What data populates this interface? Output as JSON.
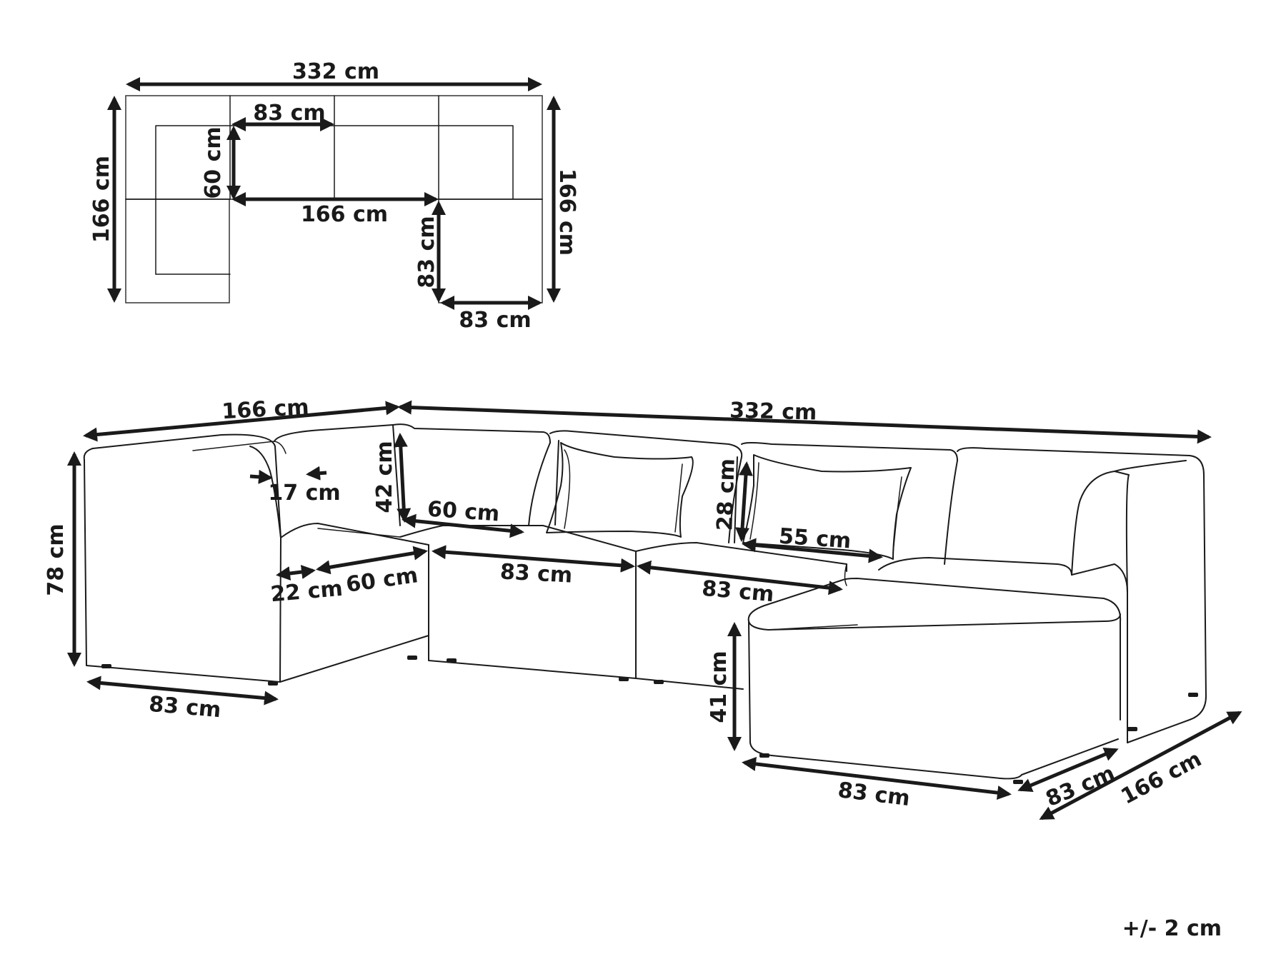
{
  "top_view": {
    "overall_width": "332 cm",
    "overall_depth_left": "166 cm",
    "overall_depth_right": "166 cm",
    "seat_width": "83 cm",
    "seat_depth": "60 cm",
    "inner_width": "166 cm",
    "chaise_depth": "83 cm",
    "chaise_width": "83 cm"
  },
  "perspective_view": {
    "left_width": "166 cm",
    "back_width": "332 cm",
    "height": "78 cm",
    "armrest_width": "17 cm",
    "backrest_height": "42 cm",
    "seat_depth_a": "60 cm",
    "armrest_depth": "22 cm",
    "seat_depth_b": "60 cm",
    "cushion_height": "28 cm",
    "seat_depth_c": "55 cm",
    "module_width_a": "83 cm",
    "module_width_b": "83 cm",
    "seat_height": "41 cm",
    "left_base_width": "83 cm",
    "chaise_width": "83 cm",
    "chaise_depth": "83 cm",
    "right_depth": "166 cm"
  },
  "tolerance": "+/- 2 cm"
}
